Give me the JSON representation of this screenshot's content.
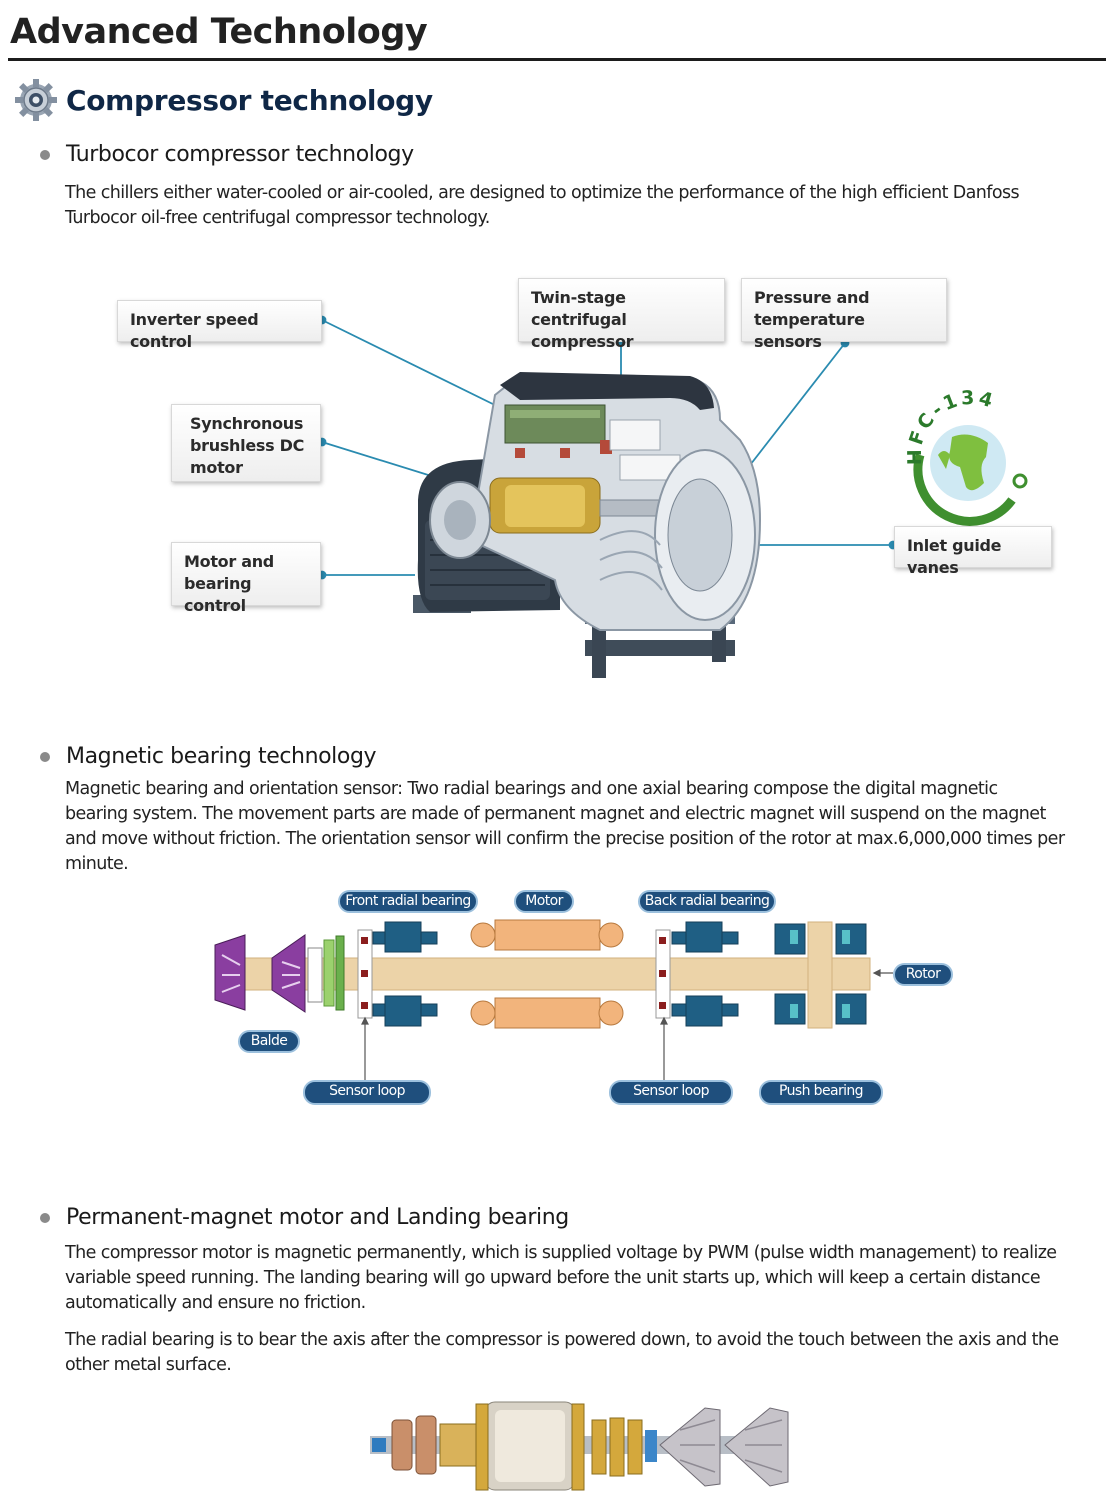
{
  "page_title": "Advanced Technology",
  "section": {
    "title": "Compressor technology",
    "icon": "gear-icon"
  },
  "turbocor": {
    "heading": "Turbocor compressor technology",
    "body": "The chillers either water-cooled or air-cooled, are designed to optimize the performance of the high efficient Danfoss Turbocor oil-free centrifugal compressor technology.",
    "callouts": {
      "inverter": "Inverter speed control",
      "twin_stage": "Twin-stage centrifugal compressor",
      "pressure": "Pressure and temperature sensors",
      "synchronous": "Synchronous brushless DC motor",
      "motor_bearing": "Motor and bearing control",
      "inlet": "Inlet guide vanes"
    },
    "badge": "HFC-134"
  },
  "magnetic": {
    "heading": "Magnetic bearing technology",
    "body": "Magnetic bearing and orientation sensor: Two radial bearings and one axial bearing compose the digital magnetic bearing system. The movement parts are made of permanent magnet and electric magnet will suspend on the magnet and move without friction. The orientation sensor will confirm the precise position of the rotor at max.6,000,000 times per minute.",
    "labels": {
      "front": "Front radial bearing",
      "motor": "Motor",
      "back": "Back radial bearing",
      "rotor": "Rotor",
      "blade": "Balde",
      "sensor1": "Sensor loop",
      "sensor2": "Sensor loop",
      "push": "Push bearing"
    }
  },
  "permanent": {
    "heading": "Permanent-magnet motor and Landing bearing",
    "body1": "The compressor motor is magnetic permanently, which is supplied voltage by PWM (pulse width management) to realize variable speed running. The landing bearing will go upward before the unit starts up, which will keep a certain distance automatically and ensure no friction.",
    "body2": "The radial bearing is to bear the axis after the compressor is powered down, to avoid the touch between the axis and the other metal surface."
  },
  "colors": {
    "navy": "#0f2746",
    "label_blue": "#1f4f7d",
    "shaft": "#ecd3a8",
    "motor_orange": "#f2b47c",
    "bearing_teal": "#1f5f84",
    "blade_purple": "#6b2c7e",
    "seal_green": "#7fbf4f",
    "leader_line": "#2a8bb0"
  }
}
